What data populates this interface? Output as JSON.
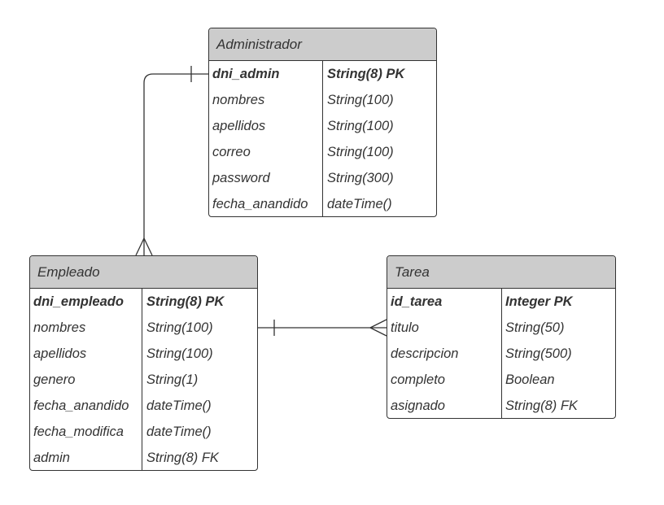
{
  "entities": {
    "administrador": {
      "name": "Administrador",
      "attributes": [
        {
          "name": "dni_admin",
          "type": "String(8) PK",
          "key": true
        },
        {
          "name": "nombres",
          "type": "String(100)",
          "key": false
        },
        {
          "name": "apellidos",
          "type": "String(100)",
          "key": false
        },
        {
          "name": "correo",
          "type": "String(100)",
          "key": false
        },
        {
          "name": "password",
          "type": "String(300)",
          "key": false
        },
        {
          "name": "fecha_anandido",
          "type": "dateTime()",
          "key": false
        }
      ]
    },
    "empleado": {
      "name": "Empleado",
      "attributes": [
        {
          "name": "dni_empleado",
          "type": "String(8) PK",
          "key": true
        },
        {
          "name": "nombres",
          "type": "String(100)",
          "key": false
        },
        {
          "name": "apellidos",
          "type": "String(100)",
          "key": false
        },
        {
          "name": "genero",
          "type": "String(1)",
          "key": false
        },
        {
          "name": "fecha_anandido",
          "type": "dateTime()",
          "key": false
        },
        {
          "name": "fecha_modifica",
          "type": "dateTime()",
          "key": false
        },
        {
          "name": "admin",
          "type": "String(8) FK",
          "key": false
        }
      ]
    },
    "tarea": {
      "name": "Tarea",
      "attributes": [
        {
          "name": "id_tarea",
          "type": "Integer PK",
          "key": true
        },
        {
          "name": "titulo",
          "type": "String(50)",
          "key": false
        },
        {
          "name": "descripcion",
          "type": "String(500)",
          "key": false
        },
        {
          "name": "completo",
          "type": "Boolean",
          "key": false
        },
        {
          "name": "asignado",
          "type": "String(8) FK",
          "key": false
        }
      ]
    }
  },
  "relationships": [
    {
      "from": "Administrador",
      "to": "Empleado",
      "from_cardinality": "one",
      "to_cardinality": "many"
    },
    {
      "from": "Empleado",
      "to": "Tarea",
      "from_cardinality": "one",
      "to_cardinality": "many"
    }
  ],
  "colors": {
    "header_fill": "#cccccc",
    "border": "#333333",
    "text": "#333333"
  }
}
